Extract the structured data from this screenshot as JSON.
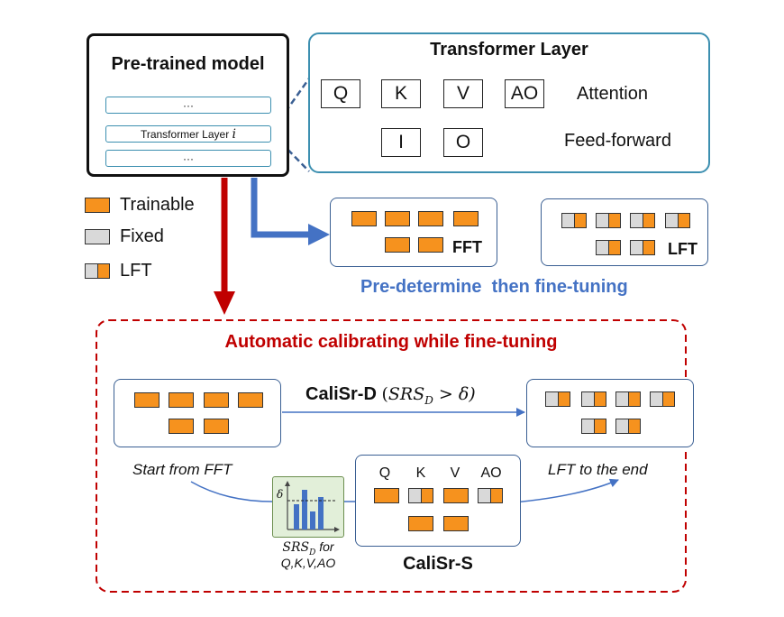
{
  "pretrained": {
    "title": "Pre-trained model",
    "rows": [
      {
        "text": "···"
      },
      {
        "text": "Transformer Layer ",
        "var": "i"
      },
      {
        "text": "···"
      }
    ]
  },
  "transformer": {
    "title": "Transformer Layer",
    "attention_boxes": [
      "Q",
      "K",
      "V",
      "AO"
    ],
    "attention_label": "Attention",
    "ff_boxes": [
      "I",
      "O"
    ],
    "ff_label": "Feed-forward"
  },
  "legend": {
    "items": [
      {
        "label": "Trainable",
        "kind": "trainable"
      },
      {
        "label": "Fixed",
        "kind": "fixed"
      },
      {
        "label": "LFT",
        "kind": "lft"
      }
    ]
  },
  "predetermine": {
    "fft_label": "FFT",
    "lft_label": "LFT",
    "caption": "Pre-determine  then fine-tuning"
  },
  "automatic": {
    "title": "Automatic calibrating while fine-tuning",
    "calisr_d": {
      "name": "CaliSr-D",
      "formula_prefix": "(",
      "formula_var": "SRS",
      "formula_sub": "D",
      "formula_rest": " > δ)"
    },
    "start_label": "Start from FFT",
    "end_label": "LFT to the end",
    "calisr_s": {
      "name": "CaliSr-S",
      "columns": [
        "Q",
        "K",
        "V",
        "AO"
      ]
    },
    "srs": {
      "var": "SRS",
      "sub": "D",
      "for": " for",
      "line2": "Q,K,V,AO",
      "delta": "δ"
    }
  },
  "colors": {
    "trainable": "#f6921e",
    "fixed": "#d9d9d9",
    "blue_arrow": "#4472c4",
    "red_arrow": "#c00000",
    "caption_blue": "#4472c4",
    "title_red": "#c00000",
    "teal_border": "#3c8fb0"
  }
}
